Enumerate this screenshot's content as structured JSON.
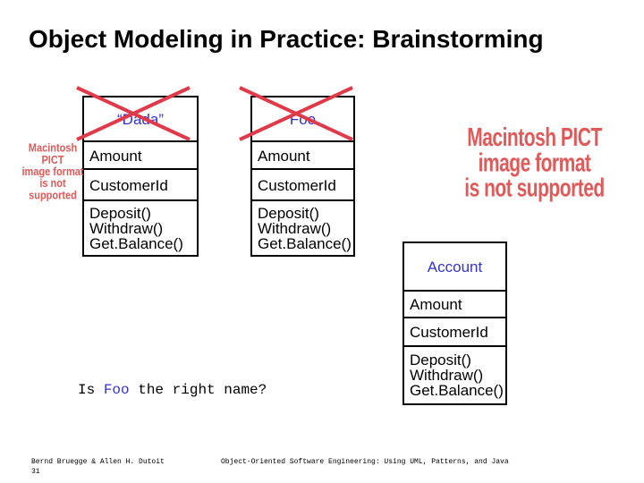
{
  "title": "Object Modeling in Practice:  Brainstorming",
  "classes": {
    "dada": {
      "name": "“Dada”",
      "attr1": "Amount",
      "attr2": "CustomerId",
      "op1": "Deposit()",
      "op2": "Withdraw()",
      "op3": "Get.Balance()"
    },
    "foo": {
      "name": "Foo",
      "attr1": "Amount",
      "attr2": "CustomerId",
      "op1": "Deposit()",
      "op2": "Withdraw()",
      "op3": "Get.Balance()"
    },
    "account": {
      "name": "Account",
      "attr1": "Amount",
      "attr2": "CustomerId",
      "op1": "Deposit()",
      "op2": "Withdraw()",
      "op3": "Get.Balance()"
    }
  },
  "pict_small": {
    "line1": "Macintosh PICT",
    "line2": "image format",
    "line3": "is not supported"
  },
  "pict_large": {
    "line1": "Macintosh PICT",
    "line2": "image format",
    "line3": "is not supported"
  },
  "question": {
    "before": "Is ",
    "highlight": "Foo",
    "after": " the right name?"
  },
  "footer": {
    "authors": "Bernd Bruegge & Allen H. Dutoit",
    "page": "31",
    "book": "Object-Oriented Software Engineering: Using UML, Patterns, and Java"
  },
  "colors": {
    "cross": "#e03a4a",
    "class_name": "#3333cc",
    "pict_text": "#e05a5a"
  }
}
